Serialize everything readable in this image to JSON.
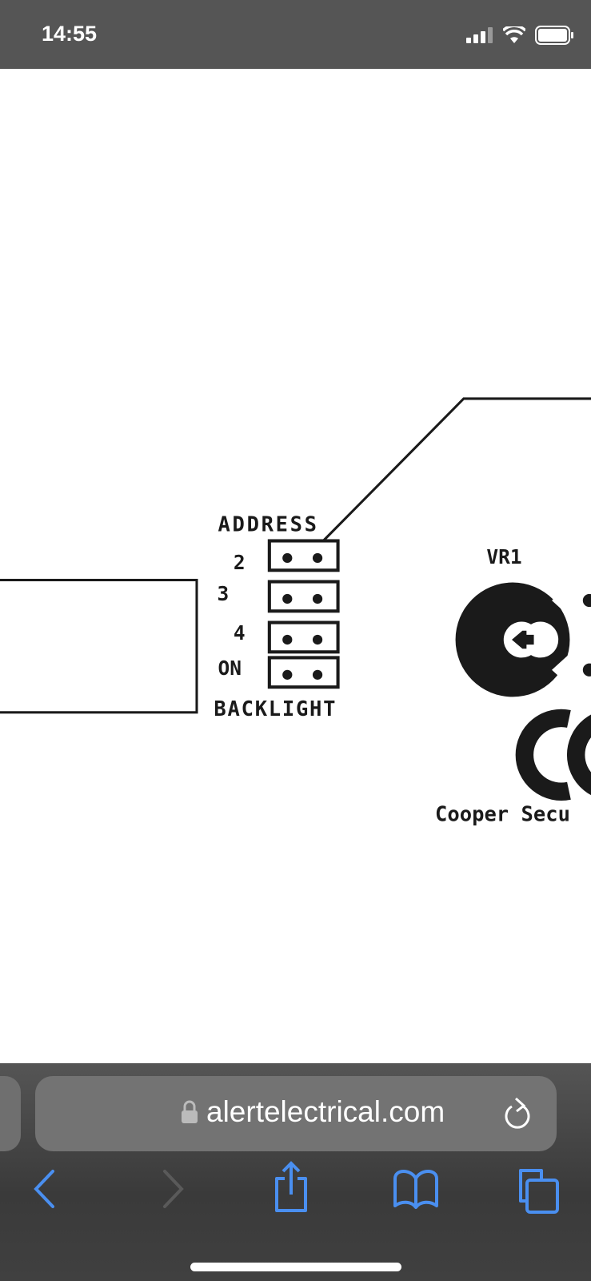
{
  "status_bar": {
    "time": "14:55",
    "icons": [
      "cellular-signal-icon",
      "wifi-icon",
      "battery-icon"
    ]
  },
  "diagram": {
    "address_label": "ADDRESS",
    "jumpers": [
      {
        "label": "2"
      },
      {
        "label": "3"
      },
      {
        "label": "4"
      },
      {
        "label": "ON"
      }
    ],
    "backlight_label": "BACKLIGHT",
    "vr_label": "VR1",
    "ce_mark": "CE",
    "manufacturer_text": "Cooper Secu"
  },
  "browser": {
    "url": "alertelectrical.com",
    "accent_color": "#4a8ff0",
    "buttons": [
      "back",
      "forward",
      "share",
      "bookmarks",
      "tabs"
    ]
  }
}
